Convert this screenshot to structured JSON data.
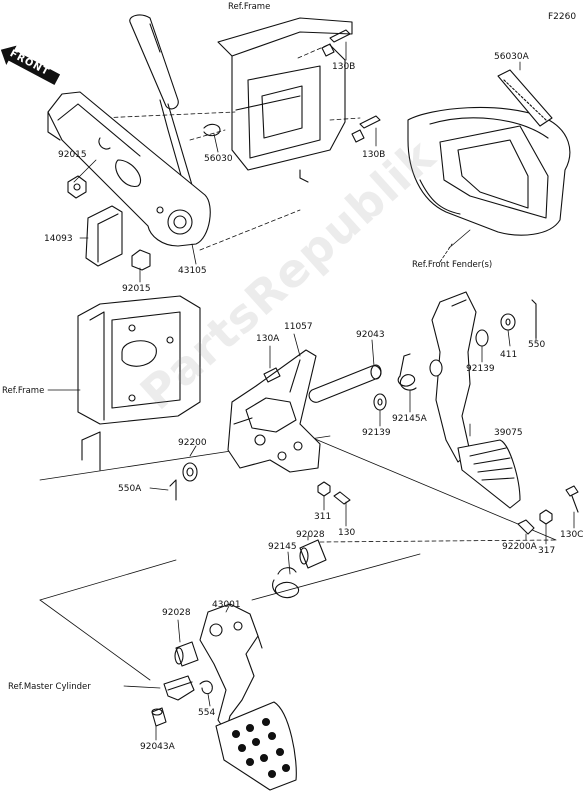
{
  "diagram": {
    "figure_code": "F2260",
    "watermark": "PartsRepublik",
    "direction_badge": "FRONT",
    "references": {
      "frame_top": "Ref.Frame",
      "frame_left": "Ref.Frame",
      "front_fender": "Ref.Front Fender(s)",
      "master_cylinder": "Ref.Master Cylinder"
    },
    "part_labels": {
      "p130b_upper": "130B",
      "p130b_lower": "130B",
      "p56030a": "56030A",
      "p56030": "56030",
      "p92015_upper": "92015",
      "p14093": "14093",
      "p92015_lower": "92015",
      "p43105": "43105",
      "p130a": "130A",
      "p11057": "11057",
      "p92043": "92043",
      "p411": "411",
      "p550": "550",
      "p92139_right": "92139",
      "p92145a": "92145A",
      "p92139_mid": "92139",
      "p39075": "39075",
      "p92200": "92200",
      "p550a": "550A",
      "p311": "311",
      "p130": "130",
      "p92145": "92145",
      "p92028_right": "92028",
      "p43001": "43001",
      "p92028_left": "92028",
      "p554": "554",
      "p92043a": "92043A",
      "p317": "317",
      "p130c": "130C",
      "p92200a": "92200A"
    }
  }
}
